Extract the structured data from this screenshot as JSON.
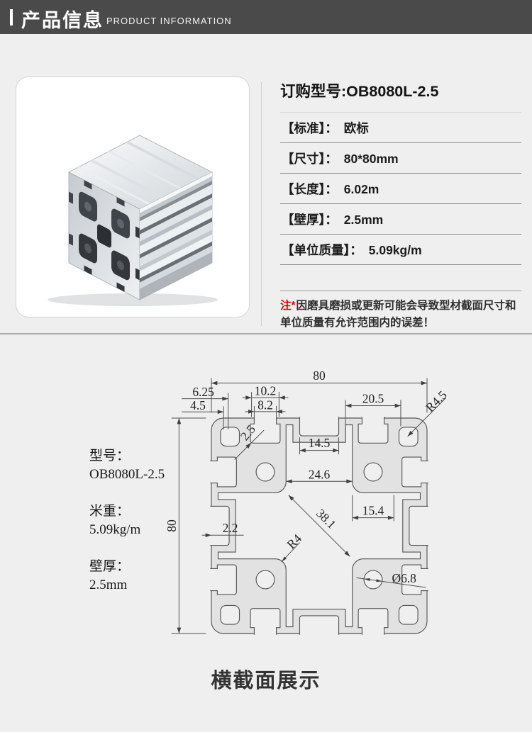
{
  "header": {
    "title_cn": "产品信息",
    "title_en": "PRODUCT INFORMATION"
  },
  "product": {
    "order_title": "订购型号:OB8080L-2.5",
    "specs": [
      {
        "label": "【标准】：",
        "value": "欧标"
      },
      {
        "label": "【尺寸】：",
        "value": "80*80mm"
      },
      {
        "label": "【长度】：",
        "value": "6.02m"
      },
      {
        "label": "【壁厚】：",
        "value": "2.5mm"
      },
      {
        "label": "【单位质量】：",
        "value": "5.09kg/m"
      }
    ],
    "note": {
      "prefix": "注*",
      "line1": "因磨具磨损或更新可能会导致型材截面尺寸和",
      "line2": "单位质量有允许范围内的误差！"
    }
  },
  "drawing": {
    "side_labels": [
      {
        "label": "型号：",
        "value": "OB8080L-2.5"
      },
      {
        "label": "米重：",
        "value": "5.09kg/m"
      },
      {
        "label": "壁厚：",
        "value": "2.5mm"
      }
    ],
    "dims": {
      "top_width": "80",
      "left_height": "80",
      "d625": "6.25",
      "d45": "4.5",
      "d102": "10.2",
      "d82": "8.2",
      "d25": "2.5",
      "d205": "20.5",
      "r45": "R4.5",
      "d145": "14.5",
      "d246": "24.6",
      "d154": "15.4",
      "d22": "2.2",
      "d381": "38.1",
      "r4": "R4",
      "dia68": "Ø6.8"
    },
    "caption": "横截面展示"
  }
}
